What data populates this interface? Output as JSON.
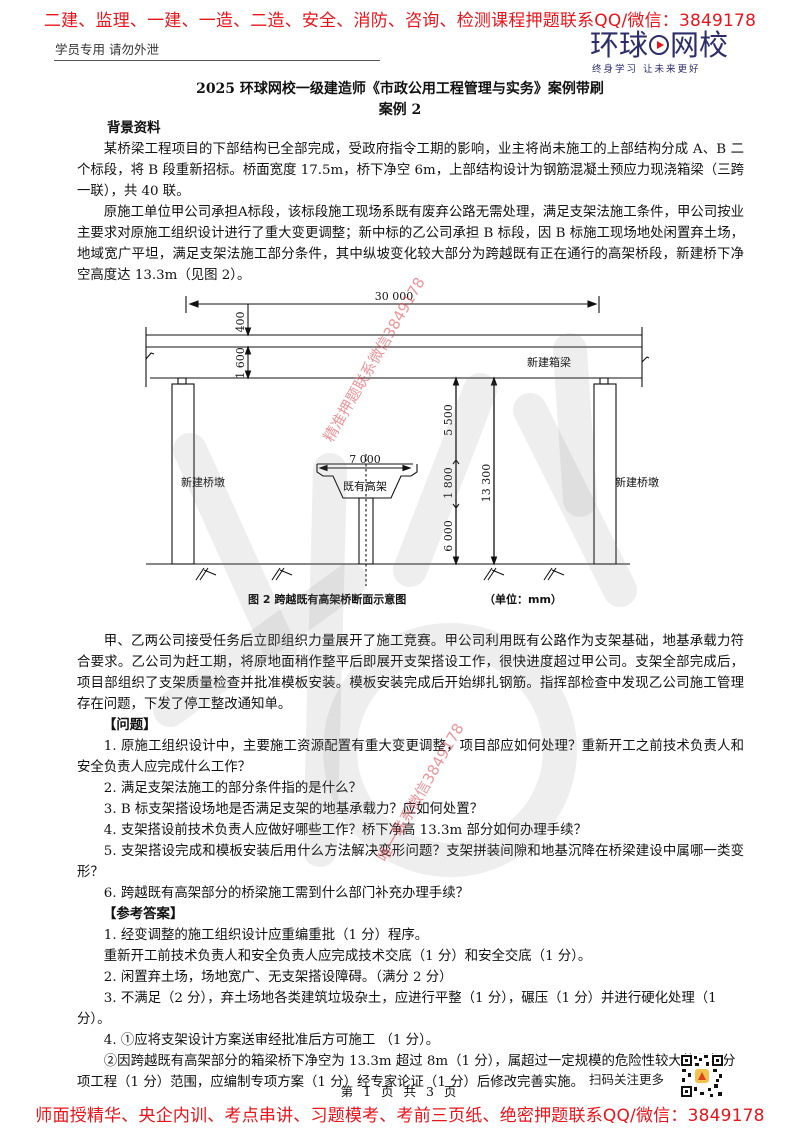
{
  "promo_top": "二建、监理、一建、一造、二造、安全、消防、咨询、检测课程押题联系QQ/微信：3849178",
  "promo_bottom": "师面授精华、央企内训、考点串讲、习题模考、考前三页纸、绝密押题联系QQ/微信：3849178",
  "header": {
    "note": "学员专用  请勿外泄",
    "logo": {
      "left": "环球",
      "right": "网校",
      "tagline": "终身学习 让未来更好"
    }
  },
  "document": {
    "title": "2025 环球网校一级建造师《市政公用工程管理与实务》案例带刷",
    "case_title": "案例 2",
    "background": {
      "heading": "背景资料",
      "paragraphs": [
        "某桥梁工程项目的下部结构已全部完成，受政府指令工期的影响，业主将尚未施工的上部结构分成 A、B 二个标段，将 B 段重新招标。桥面宽度 17.5m，桥下净空 6m，上部结构设计为钢筋混凝土预应力现浇箱梁（三跨一联），共 40 联。",
        "原施工单位甲公司承担A标段，该标段施工现场系既有废弃公路无需处理，满足支架法施工条件，甲公司按业主要求对原施工组织设计进行了重大变更调整；新中标的乙公司承担 B 标段，因 B 标施工现场地处闲置弃土场，地域宽广平坦，满足支架法施工部分条件，其中纵坡变化较大部分为跨越既有正在通行的高架桥段，新建桥下净空高度达 13.3m（见图 2）。"
      ],
      "after_figure": "甲、乙两公司接受任务后立即组织力量展开了施工竞赛。甲公司利用既有公路作为支架基础，地基承载力符合要求。乙公司为赶工期，将原地面稍作整平后即展开支架搭设工作，很快进度超过甲公司。支架全部完成后，项目部组织了支架质量检查并批准模板安装。模板安装完成后开始绑扎钢筋。指挥部检查中发现乙公司施工管理存在问题，下发了停工整改通知单。"
    },
    "figure": {
      "caption": "图 2    跨越既有高架桥断面示意图",
      "unit": "（单位：mm）",
      "labels": {
        "span": "30 000",
        "deck_top": "400",
        "girder_depth": "1 600",
        "new_girder": "新建箱梁",
        "new_pier_left": "新建桥墩",
        "new_pier_right": "新建桥墩",
        "existing": "既有高架",
        "existing_width": "7 000",
        "clearance_upper": "5 500",
        "existing_depth": "1 800",
        "existing_clearance": "6 000",
        "total_clearance": "13 300"
      }
    },
    "questions": {
      "heading": "【问题】",
      "items": [
        "1. 原施工组织设计中，主要施工资源配置有重大变更调整，项目部应如何处理？重新开工之前技术负责人和安全负责人应完成什么工作？",
        "2. 满足支架法施工的部分条件指的是什么？",
        "3. B 标支架搭设场地是否满足支架的地基承载力？应如何处置？",
        "4. 支架搭设前技术负责人应做好哪些工作？桥下净高 13.3m 部分如何办理手续？",
        "5. 支架搭设完成和模板安装后用什么方法解决变形问题？支架拼装间隙和地基沉降在桥梁建设中属哪一类变形？",
        "6. 跨越既有高架部分的桥梁施工需到什么部门补充办理手续？"
      ]
    },
    "answers": {
      "heading": "【参考答案】",
      "items": [
        "1. 经变调整的施工组织设计应重编重批（1 分）程序。",
        "重新开工前技术负责人和安全负责人应完成技术交底（1 分）和安全交底（1 分）。",
        "2. 闲置弃土场，场地宽广、无支架搭设障碍。（满分 2 分）",
        "3. 不满足（2 分），弃土场地各类建筑垃圾杂土，应进行平整（1 分），碾压（1 分）并进行硬化处理（1 分）。",
        "4. ①应将支架设计方案送审经批准后方可施工  （1 分）。",
        "②因跨越既有高架部分的箱梁桥下净空为 13.3m 超过 8m（1 分），属超过一定规模的危险性较大的分部分项工程（1 分）范围，应编制专项方案（1 分）经专家论证（1 分）后修改完善实施。"
      ]
    }
  },
  "watermarks": [
    "精准押题联系微信3849178",
    "唯一联系微信3849178"
  ],
  "footer": {
    "page_indicator": "第 1 页 共 3 页",
    "qr_label": "扫码关注更多"
  },
  "colors": {
    "promo_red": "#e8141b",
    "logo_navy": "#2c2e6b"
  }
}
